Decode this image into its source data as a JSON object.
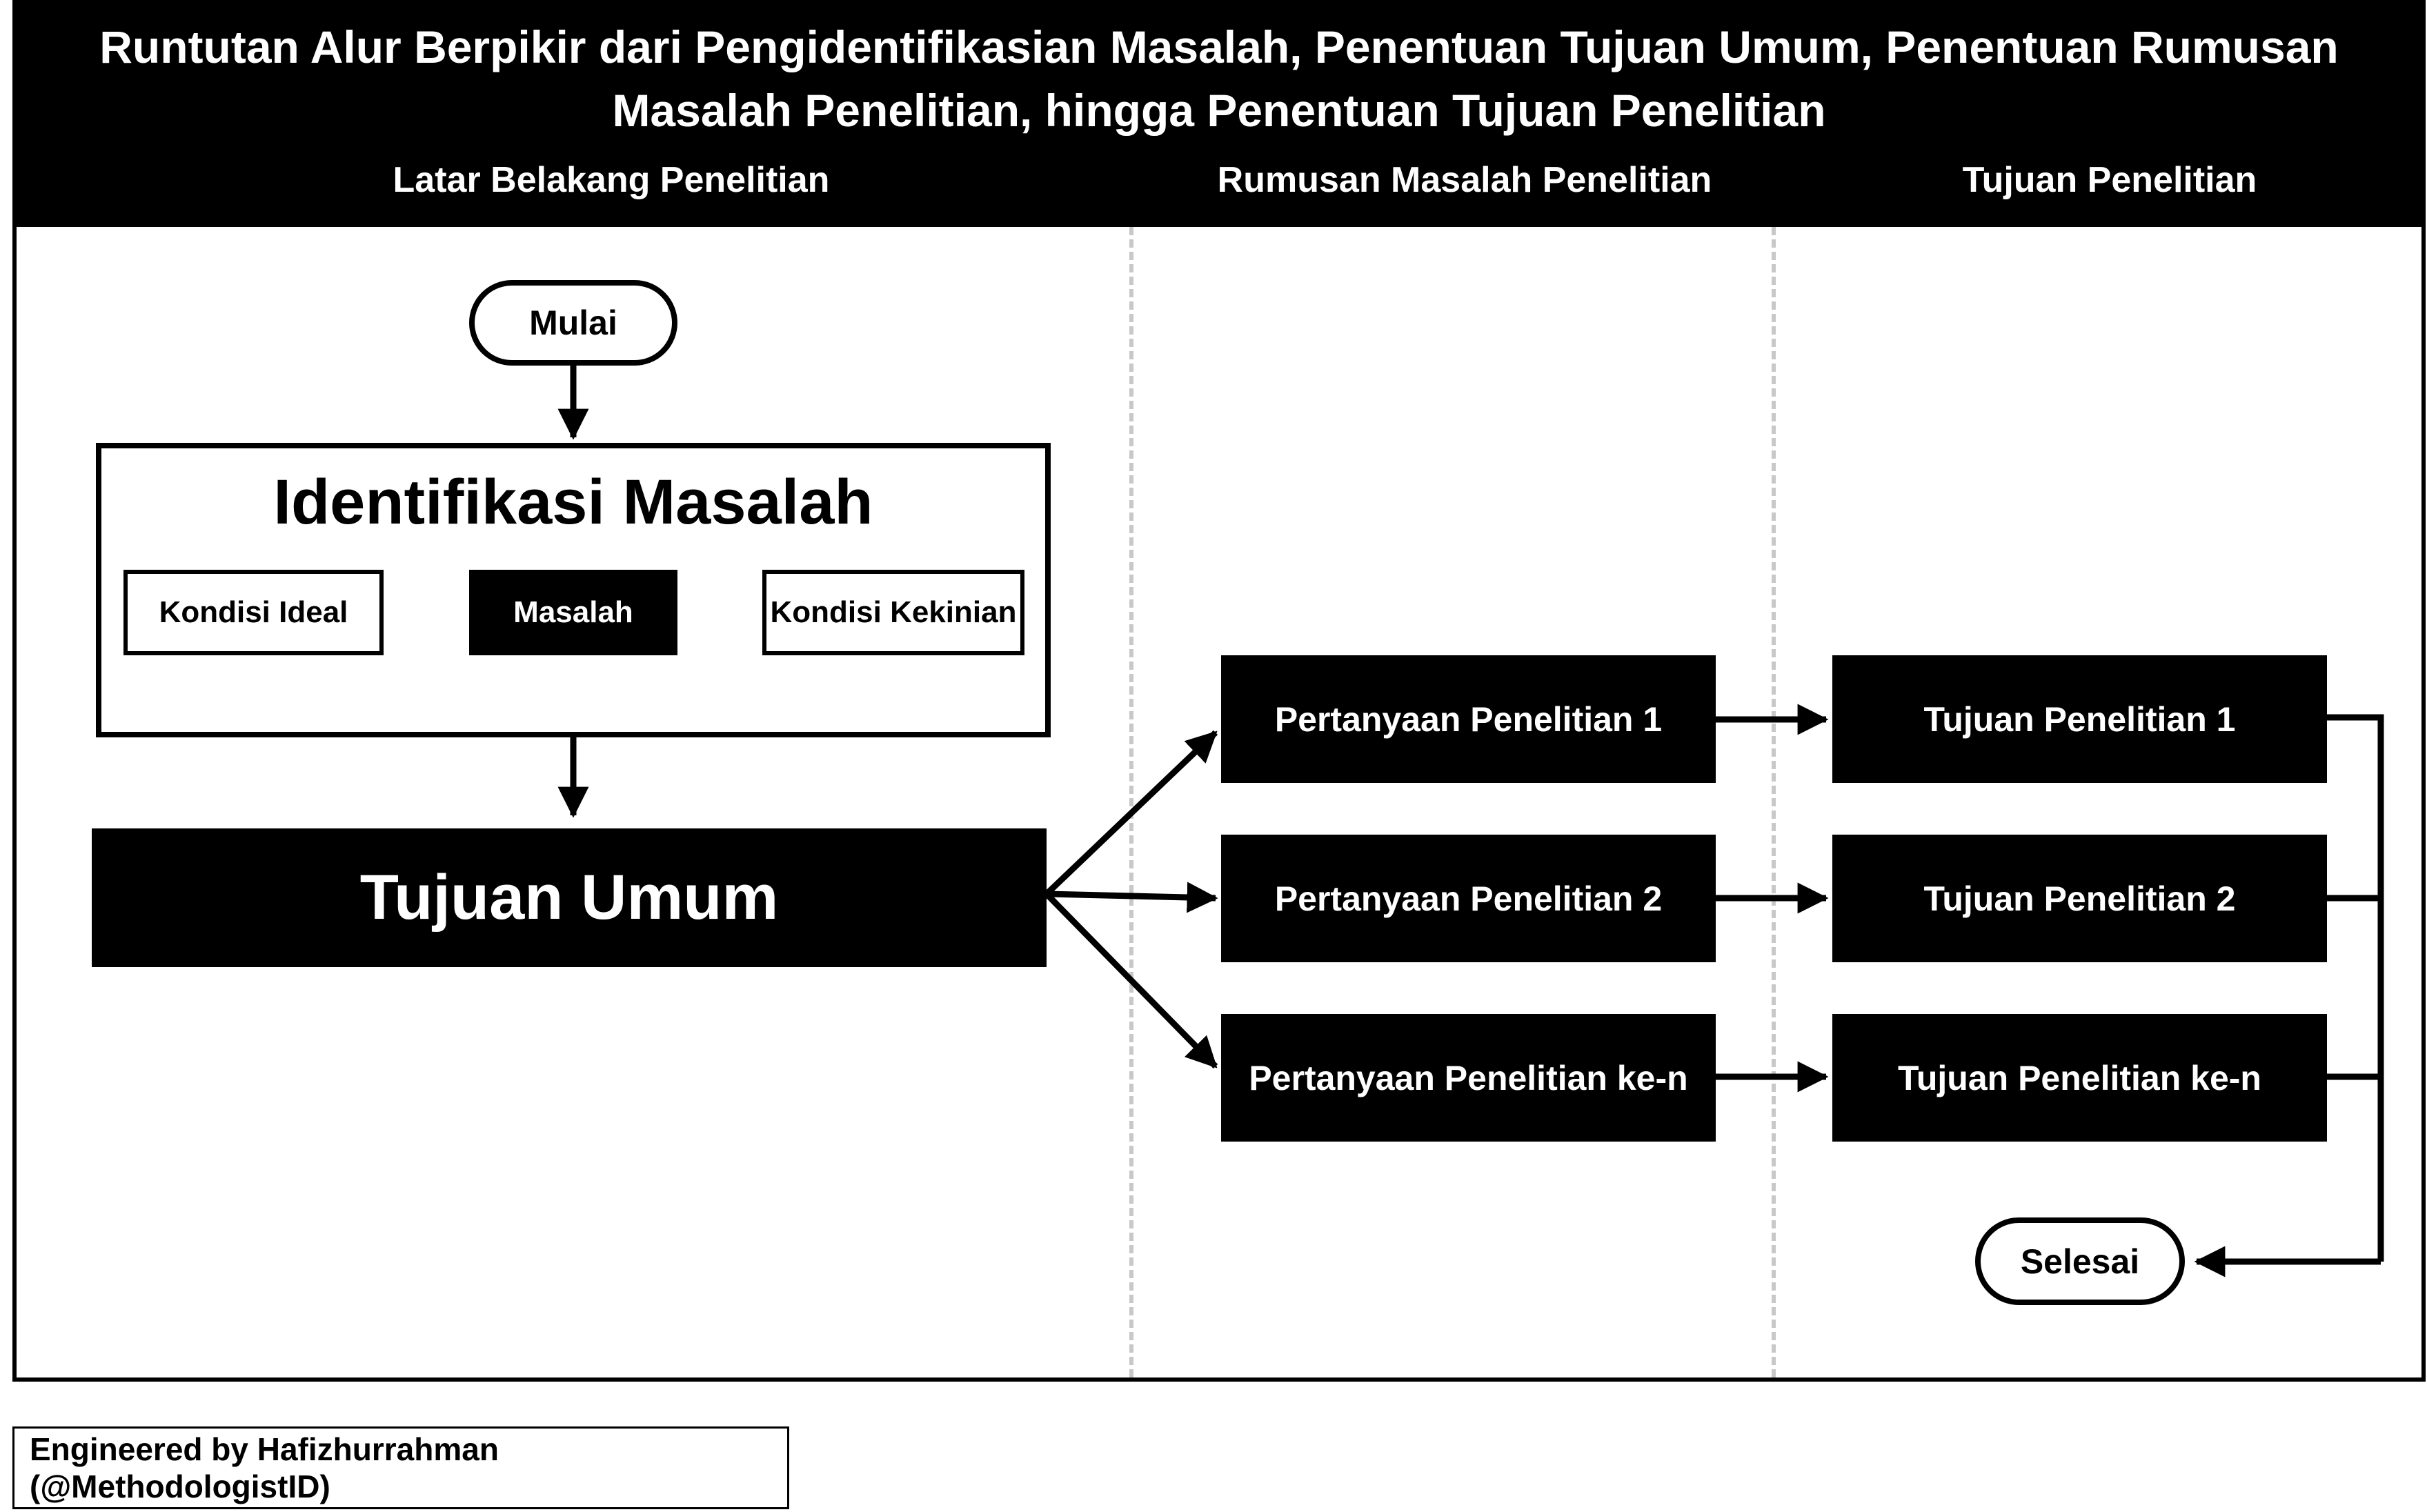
{
  "header": {
    "title_line1": "Runtutan Alur Berpikir dari Pengidentifikasian Masalah, Penentuan Tujuan Umum, Penentuan Rumusan",
    "title_line2": "Masalah Penelitian, hingga Penentuan Tujuan Penelitian",
    "lanes": [
      "Latar Belakang Penelitian",
      "Rumusan Masalah Penelitian",
      "Tujuan Penelitian"
    ]
  },
  "nodes": {
    "start": "Mulai",
    "problem_identification": {
      "title": "Identifikasi Masalah",
      "ideal_condition": "Kondisi Ideal",
      "problem": "Masalah",
      "current_condition": "Kondisi Kekinian"
    },
    "general_objective": "Tujuan Umum",
    "research_questions": [
      "Pertanyaan Penelitian 1",
      "Pertanyaan Penelitian 2",
      "Pertanyaan Penelitian ke-n"
    ],
    "research_objectives": [
      "Tujuan Penelitian 1",
      "Tujuan Penelitian 2",
      "Tujuan Penelitian ke-n"
    ],
    "end": "Selesai"
  },
  "footer": {
    "credit": "Engineered by Hafizhurrahman (@MethodologistID)"
  }
}
